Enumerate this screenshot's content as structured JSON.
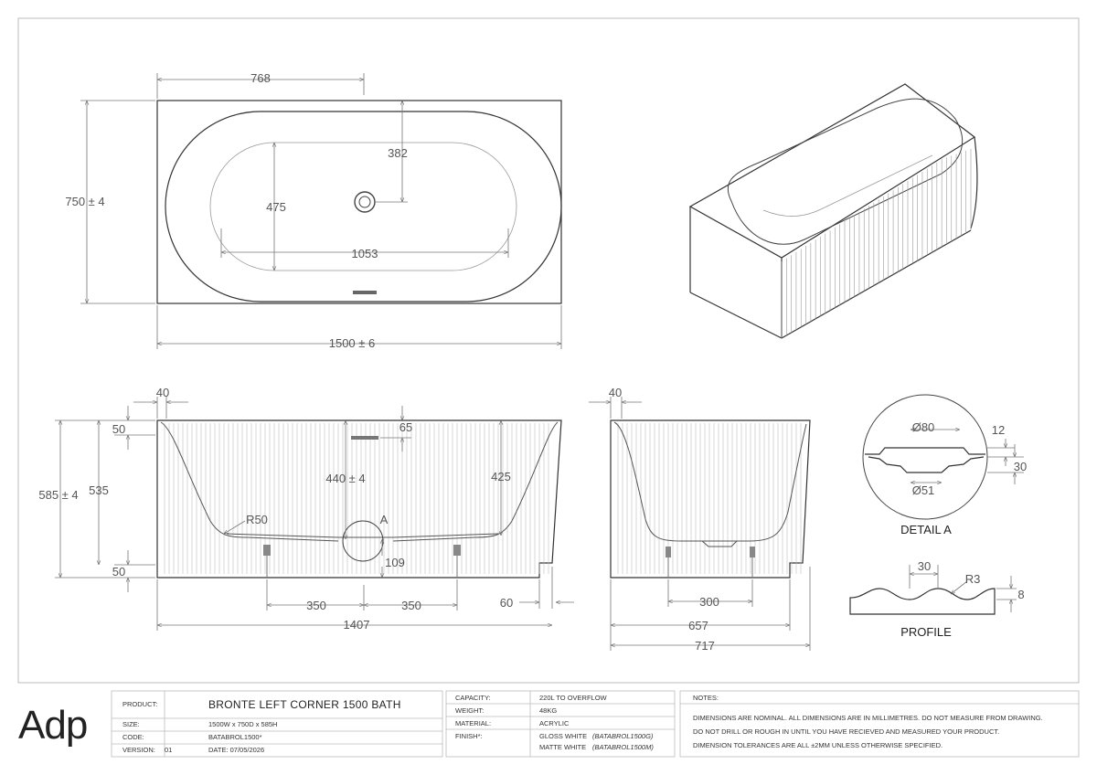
{
  "views": {
    "top": {
      "width_overall": "768",
      "depth_overall": "750 ± 4",
      "drain_offset": "382",
      "inner_depth": "475",
      "inner_length": "1053",
      "length_overall": "1500 ± 6"
    },
    "front": {
      "rim_offset": "40",
      "top_band": "50",
      "height_overall": "585 ± 4",
      "inner_height": "535",
      "bottom_band": "50",
      "overflow_offset": "65",
      "water_depth": "440 ± 4",
      "side_height": "425",
      "radius": "R50",
      "detail_ref": "A",
      "drain_height": "109",
      "leg_spacing_left": "350",
      "leg_spacing_right": "350",
      "toe_recess": "60",
      "length_overall": "1407"
    },
    "side": {
      "rim_offset": "40",
      "leg_spacing": "300",
      "inner_width": "657",
      "width_overall": "717"
    },
    "detail_a": {
      "title": "DETAIL A",
      "outer_dia": "Ø80",
      "inner_dia": "Ø51",
      "step_height": "12",
      "total_height": "30"
    },
    "profile": {
      "title": "PROFILE",
      "pitch": "30",
      "radius": "R3",
      "depth": "8"
    }
  },
  "title_block": {
    "logo": "Adp",
    "product_label": "PRODUCT:",
    "product_value": "BRONTE LEFT CORNER 1500 BATH",
    "size_label": "SIZE:",
    "size_value": "1500W x 750D x 585H",
    "code_label": "CODE:",
    "code_value": "BATABROL1500*",
    "version_label": "VERSION:",
    "version_value": "01",
    "date_value": "DATE: 07/05/2026",
    "capacity_label": "CAPACITY:",
    "capacity_value": "220L TO OVERFLOW",
    "weight_label": "WEIGHT:",
    "weight_value": "48KG",
    "material_label": "MATERIAL:",
    "material_value": "ACRYLIC",
    "finish_label": "FINISH*:",
    "finish_gloss": "GLOSS WHITE",
    "finish_gloss_code": "(BATABROL1500G)",
    "finish_matte": "MATTE WHITE",
    "finish_matte_code": "(BATABROL1500M)",
    "notes_label": "NOTES:",
    "note_1": "DIMENSIONS ARE NOMINAL. ALL DIMENSIONS ARE IN MILLIMETRES. DO NOT MEASURE FROM DRAWING.",
    "note_2": "DO NOT DRILL OR ROUGH IN UNTIL YOU HAVE RECIEVED AND MEASURED YOUR PRODUCT.",
    "note_3": "DIMENSION TOLERANCES ARE ALL ±2MM UNLESS OTHERWISE SPECIFIED."
  }
}
